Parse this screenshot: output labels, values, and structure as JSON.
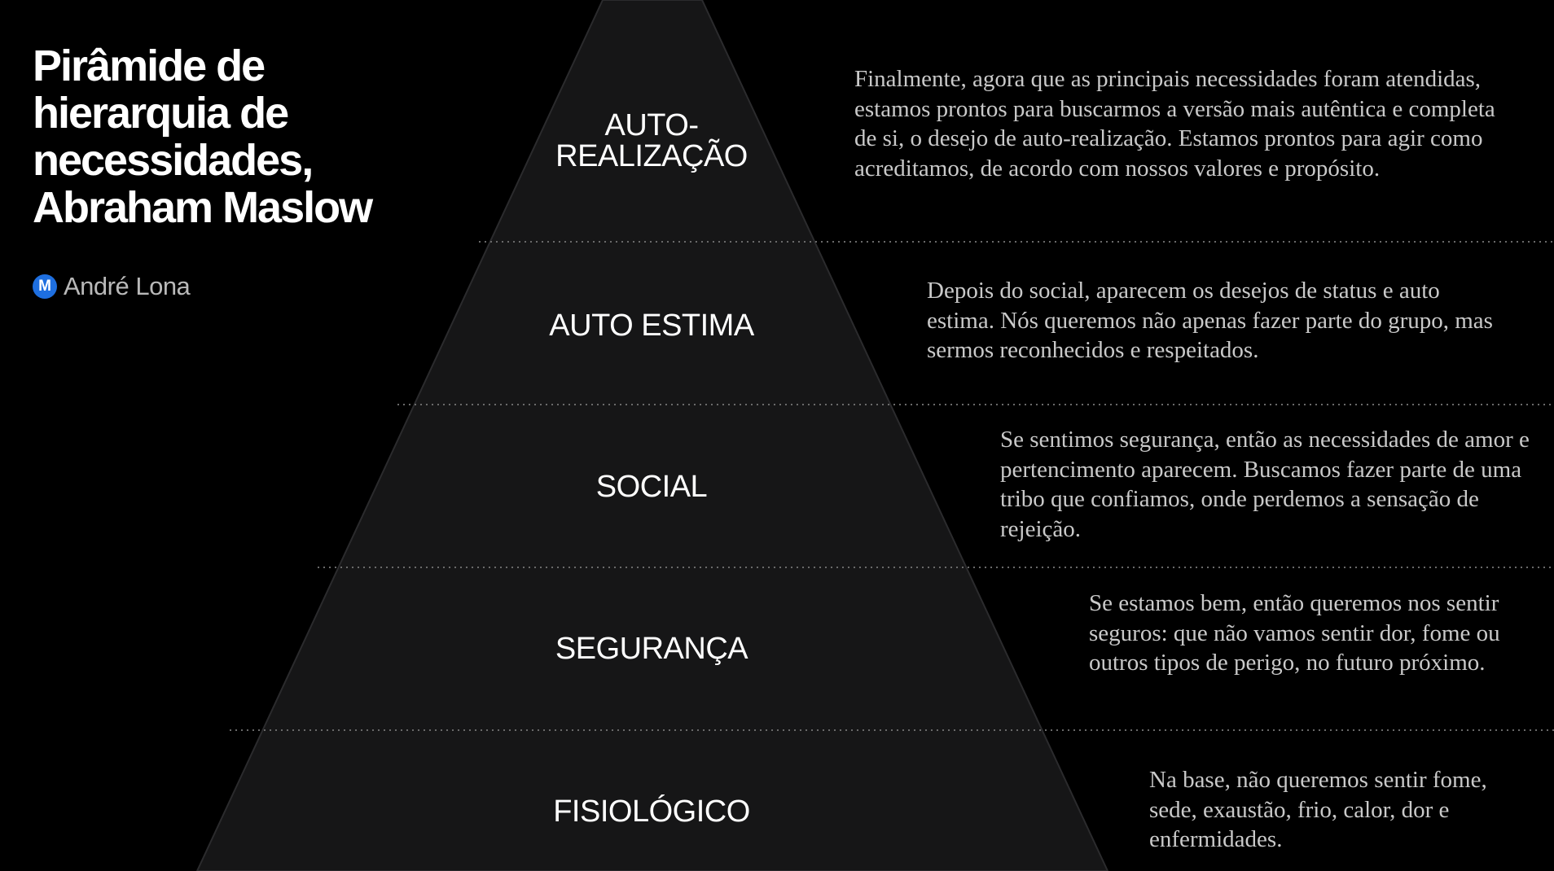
{
  "title": "Pirâmide de hierarquia de necessidades, Abraham Maslow",
  "author": {
    "logo_letter": "M",
    "name": "André Lona"
  },
  "colors": {
    "background": "#000000",
    "pyramid_fill": "#161617",
    "divider": "#6a6a6a",
    "accent": "#1e6fe0"
  },
  "levels": [
    {
      "label": "AUTO-\nREALIZAÇÃO",
      "description": "Finalmente, agora que as principais necessidades foram atendidas, estamos prontos para buscarmos a versão mais autêntica e completa de si, o desejo de auto-realização. Estamos prontos para agir como acreditamos, de acordo com nossos valores e propósito."
    },
    {
      "label": "AUTO ESTIMA",
      "description": "Depois do social, aparecem os desejos de status e auto estima. Nós queremos não apenas fazer parte do grupo, mas sermos reconhecidos e respeitados."
    },
    {
      "label": "SOCIAL",
      "description": "Se sentimos segurança, então as necessidades de amor e pertencimento aparecem. Buscamos fazer parte de uma tribo que confiamos, onde perdemos a sensação de rejeição."
    },
    {
      "label": "SEGURANÇA",
      "description": "Se estamos bem, então queremos nos sentir seguros: que não vamos sentir dor, fome ou outros tipos de perigo, no futuro próximo."
    },
    {
      "label": "FISIOLÓGICO",
      "description": "Na base, não queremos sentir fome, sede, exaustão, frio, calor, dor e enfermidades."
    }
  ]
}
